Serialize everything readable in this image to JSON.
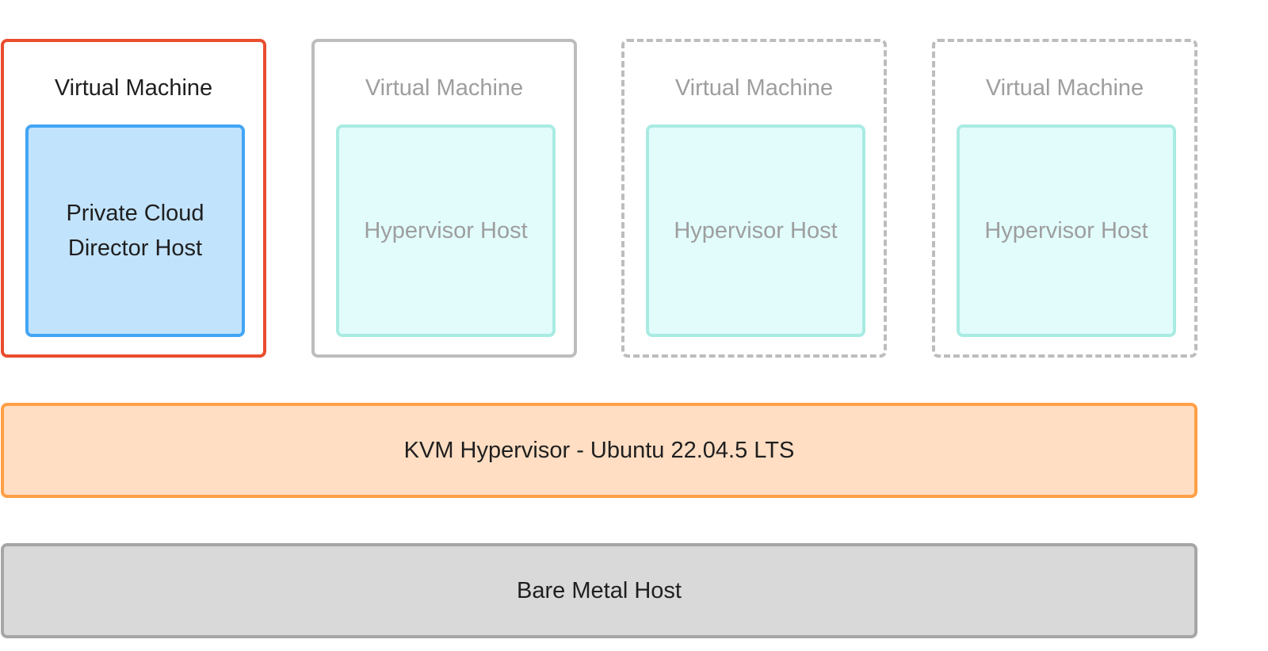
{
  "virtual_machines": [
    {
      "title": "Virtual Machine",
      "host_lines": [
        "Private Cloud",
        "Director Host"
      ]
    },
    {
      "title": "Virtual Machine",
      "host_lines": [
        "Hypervisor Host"
      ]
    },
    {
      "title": "Virtual Machine",
      "host_lines": [
        "Hypervisor Host"
      ]
    },
    {
      "title": "Virtual Machine",
      "host_lines": [
        "Hypervisor Host"
      ]
    }
  ],
  "hypervisor_layer": {
    "label": "KVM Hypervisor - Ubuntu 22.04.5 LTS"
  },
  "bare_metal_layer": {
    "label": "Bare Metal Host"
  },
  "colors": {
    "pcd_vm_border": "#e94d2e",
    "vm_border": "#bdbdbd",
    "pcd_host_fill": "#c2e3fc",
    "pcd_host_border": "#42a5f5",
    "hypervisor_host_fill": "#e1fcfb",
    "hypervisor_host_border": "#a9ebe3",
    "kvm_fill": "#ffdec3",
    "kvm_border": "#ff9f45",
    "bare_metal_fill": "#d9d9d9",
    "bare_metal_border": "#a6a6a6"
  }
}
